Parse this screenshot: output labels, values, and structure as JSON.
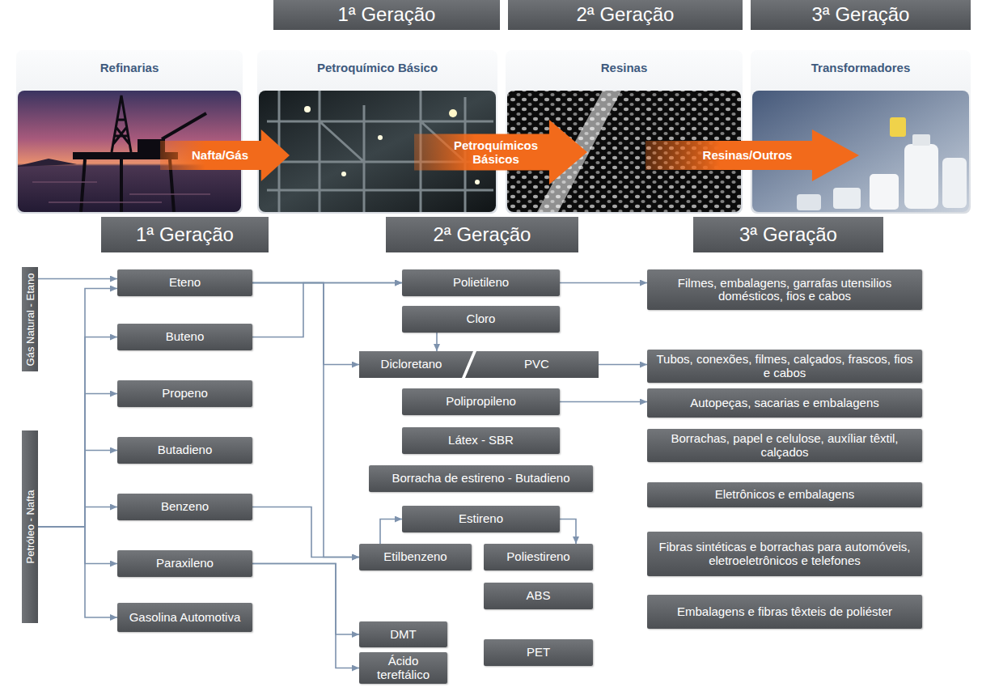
{
  "diagram": {
    "nodes": [
      {
        "text": [
          "1ª Geração"
        ]
      },
      {
        "text": [
          "2ª Geração"
        ]
      },
      {
        "text": [
          "3ª Geração"
        ]
      },
      {
        "text": [
          "Refinarias"
        ]
      },
      {
        "text": [
          "Petroquímico Básico"
        ]
      },
      {
        "text": [
          "Resinas"
        ]
      },
      {
        "text": [
          "Transformadores"
        ]
      },
      {
        "text": [
          "Nafta/Gás"
        ]
      },
      {
        "text": [
          "Petroquímicos Básicos"
        ]
      },
      {
        "text": [
          "Resinas/Outros"
        ]
      },
      {
        "text": [
          "1ª Geração"
        ]
      },
      {
        "text": [
          "2ª Geração"
        ]
      },
      {
        "text": [
          "3ª Geração"
        ]
      },
      {
        "text": [
          "Gás Natural - Etano"
        ]
      },
      {
        "text": [
          "Petróleo - Nafta"
        ]
      },
      {
        "text": [
          "Eteno"
        ]
      },
      {
        "text": [
          "Buteno"
        ]
      },
      {
        "text": [
          "Propeno"
        ]
      },
      {
        "text": [
          "Butadieno"
        ]
      },
      {
        "text": [
          "Benzeno"
        ]
      },
      {
        "text": [
          "Paraxileno"
        ]
      },
      {
        "text": [
          "Gasolina Automotiva"
        ]
      },
      {
        "text": [
          "Polietileno"
        ]
      },
      {
        "text": [
          "Cloro"
        ]
      },
      {
        "text": [
          "Dicloretano"
        ]
      },
      {
        "text": [
          "PVC"
        ]
      },
      {
        "text": [
          "Polipropileno"
        ]
      },
      {
        "text": [
          "Látex - SBR"
        ]
      },
      {
        "text": [
          "Borracha de estireno - Butadieno"
        ]
      },
      {
        "text": [
          "Estireno"
        ]
      },
      {
        "text": [
          "Etilbenzeno"
        ]
      },
      {
        "text": [
          "Poliestireno"
        ]
      },
      {
        "text": [
          "ABS"
        ]
      },
      {
        "text": [
          "DMT"
        ]
      },
      {
        "text": [
          "PET"
        ]
      },
      {
        "text": [
          "Ácido tereftálico"
        ]
      },
      {
        "text": [
          "Filmes, embalagens, garrafas utensilios domésticos, fios e cabos"
        ]
      },
      {
        "text": [
          "Tubos, conexões, filmes, calçados, frascos, fios e cabos"
        ]
      },
      {
        "text": [
          "Autopeças, sacarias e embalagens"
        ]
      },
      {
        "text": [
          "Borrachas, papel e celulose, auxíliar têxtil, calçados"
        ]
      },
      {
        "text": [
          "Eletrônicos e embalagens"
        ]
      },
      {
        "text": [
          "Fibras sintéticas e borrachas para automóveis, eletroeletrônicos e telefones"
        ]
      },
      {
        "text": [
          "Embalagens e fibras têxteis de poliéster"
        ]
      }
    ],
    "edges": [
      {
        "from": 13,
        "to": 15,
        "arrow": "to"
      },
      {
        "from": 14,
        "to": 15,
        "arrow": "to"
      },
      {
        "from": 14,
        "to": 16,
        "arrow": "to"
      },
      {
        "from": 14,
        "to": 17,
        "arrow": "to"
      },
      {
        "from": 14,
        "to": 18,
        "arrow": "to"
      },
      {
        "from": 14,
        "to": 19,
        "arrow": "to"
      },
      {
        "from": 14,
        "to": 20,
        "arrow": "to"
      },
      {
        "from": 14,
        "to": 21,
        "arrow": "to"
      },
      {
        "from": 15,
        "to": 22,
        "arrow": "to"
      },
      {
        "from": 16,
        "to": 22,
        "arrow": "to"
      },
      {
        "from": 15,
        "to": 24,
        "arrow": "to"
      },
      {
        "from": 15,
        "to": 30,
        "arrow": "to"
      },
      {
        "from": 19,
        "to": 30,
        "arrow": "to"
      },
      {
        "from": 23,
        "to": 24,
        "arrow": "to"
      },
      {
        "from": 22,
        "to": 36,
        "arrow": "to"
      },
      {
        "from": 25,
        "to": 37,
        "arrow": "to"
      },
      {
        "from": 26,
        "to": 38,
        "arrow": "to"
      },
      {
        "from": 30,
        "to": 29,
        "arrow": "to"
      },
      {
        "from": 29,
        "to": 31,
        "arrow": "to"
      },
      {
        "from": 20,
        "to": 33,
        "arrow": "to"
      },
      {
        "from": 20,
        "to": 35,
        "arrow": "to"
      }
    ]
  }
}
